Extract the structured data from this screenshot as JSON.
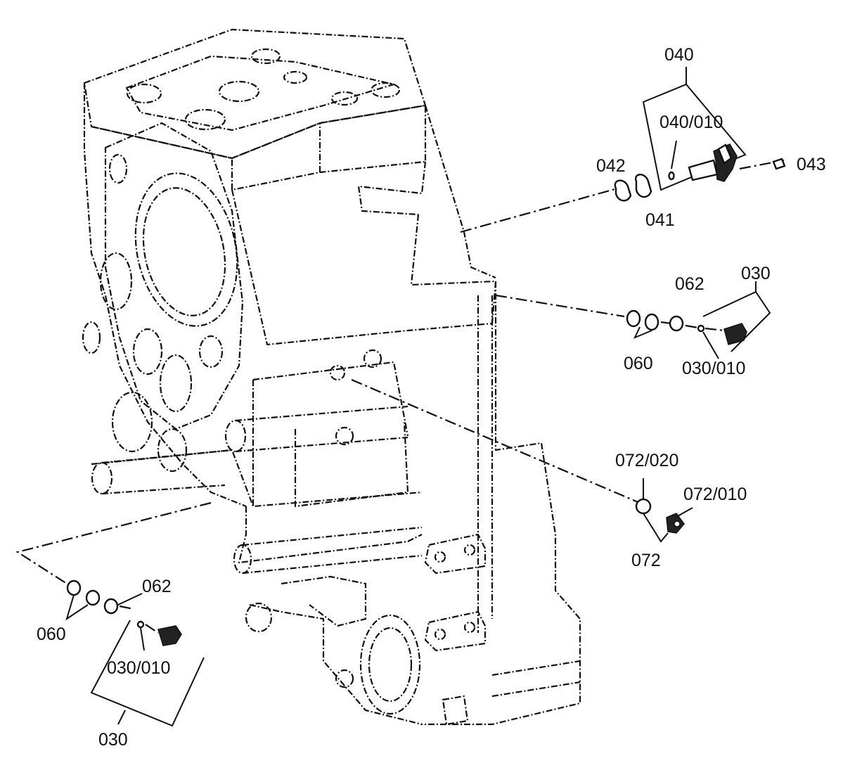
{
  "labels": {
    "p040": "040",
    "p040_010": "040/010",
    "p042": "042",
    "p043": "043",
    "p041": "041",
    "p062_right": "062",
    "p030_right": "030",
    "p060_right": "060",
    "p030_010_right": "030/010",
    "p072_020": "072/020",
    "p072_010": "072/010",
    "p072": "072",
    "p062_left": "062",
    "p060_left": "060",
    "p030_010_left": "030/010",
    "p030_left": "030"
  },
  "colors": {
    "line": "#111111",
    "background": "#ffffff"
  }
}
